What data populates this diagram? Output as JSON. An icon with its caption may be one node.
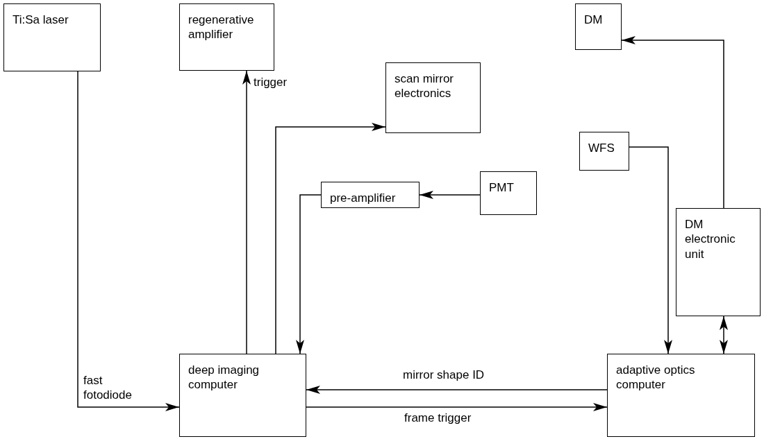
{
  "diagram": {
    "nodes": [
      {
        "text": [
          "Ti:Sa laser"
        ]
      },
      {
        "text": [
          "regenerative amplifier"
        ]
      },
      {
        "text": [
          "scan mirror electronics"
        ]
      },
      {
        "text": [
          "DM"
        ]
      },
      {
        "text": [
          "WFS"
        ]
      },
      {
        "text": [
          "pre-amplifier"
        ]
      },
      {
        "text": [
          "PMT"
        ]
      },
      {
        "text": [
          "DM electronic unit"
        ]
      },
      {
        "text": [
          "deep imaging computer"
        ]
      },
      {
        "text": [
          "adaptive optics computer"
        ]
      }
    ],
    "edges": [
      {
        "from": 0,
        "to": 8,
        "arrow": "to",
        "label": "fast fotodiode"
      },
      {
        "from": 8,
        "to": 1,
        "arrow": "to",
        "label": "trigger"
      },
      {
        "from": 8,
        "to": 2,
        "arrow": "to"
      },
      {
        "from": 6,
        "to": 5,
        "arrow": "to"
      },
      {
        "from": 5,
        "to": 8,
        "arrow": "to"
      },
      {
        "from": 4,
        "to": 9,
        "arrow": "to"
      },
      {
        "from": 7,
        "to": 3,
        "arrow": "to"
      },
      {
        "from": 7,
        "to": 9,
        "arrow": "both"
      },
      {
        "from": 9,
        "to": 8,
        "arrow": "to",
        "label": "mirror shape ID"
      },
      {
        "from": 8,
        "to": 9,
        "arrow": "to",
        "label": "frame trigger"
      }
    ]
  }
}
